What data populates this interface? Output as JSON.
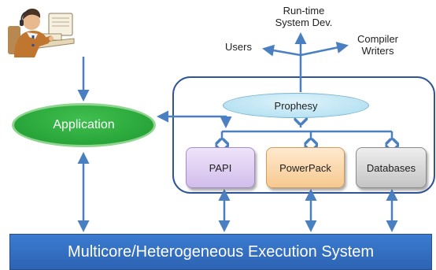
{
  "diagram": {
    "execution_system": "Multicore/Heterogeneous Execution System",
    "application": "Application",
    "prophesy": "Prophesy",
    "papi": "PAPI",
    "powerpack": "PowerPack",
    "databases": "Databases",
    "users": "Users",
    "runtime_dev_line1": "Run-time",
    "runtime_dev_line2": "System Dev.",
    "compiler_line1": "Compiler",
    "compiler_line2": "Writers",
    "user_figure_icon": "person-at-computer-icon",
    "colors": {
      "connector": "#4a7fc1",
      "system_bar": "#3a7bd0",
      "application": "#2fb03f",
      "prophesy": "#bfe6f5",
      "papi": "#dccbf0",
      "powerpack": "#fbd9ad",
      "databases": "#d6d6d6"
    }
  }
}
